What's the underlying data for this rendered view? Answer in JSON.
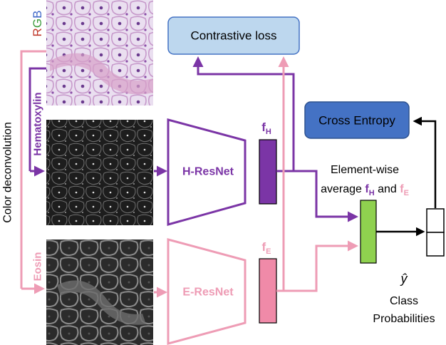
{
  "rgb_label": {
    "r": "R",
    "g": "G",
    "b": "B"
  },
  "side_label": "Color deconvolution",
  "channel_labels": {
    "hematoxylin": "Hematoxylin",
    "eosin": "Eosin"
  },
  "boxes": {
    "contrastive": "Contrastive loss",
    "cross_entropy": "Cross Entropy"
  },
  "networks": {
    "h": "H-ResNet",
    "e": "E-ResNet"
  },
  "features": {
    "h": {
      "base": "f",
      "sub": "H"
    },
    "e": {
      "base": "f",
      "sub": "E"
    }
  },
  "average_label": {
    "line1": "Element-wise",
    "line2_prefix": "average ",
    "conj": " and "
  },
  "output": {
    "symbol": "ŷ",
    "line1": "Class",
    "line2": "Probabilities"
  },
  "colors": {
    "hematoxylin": "#7b35a6",
    "eosin": "#ee9cb5",
    "eosin_fill": "#f08aa8",
    "green": "#8fd14f",
    "box_blue": "#bdd7ee",
    "box_blue_dark": "#4472c4",
    "r": "#c0392b",
    "g": "#3a9b3a",
    "b": "#3f67c8"
  },
  "icons": [
    "histology-rgb-image",
    "hematoxylin-channel-image",
    "eosin-channel-image"
  ]
}
